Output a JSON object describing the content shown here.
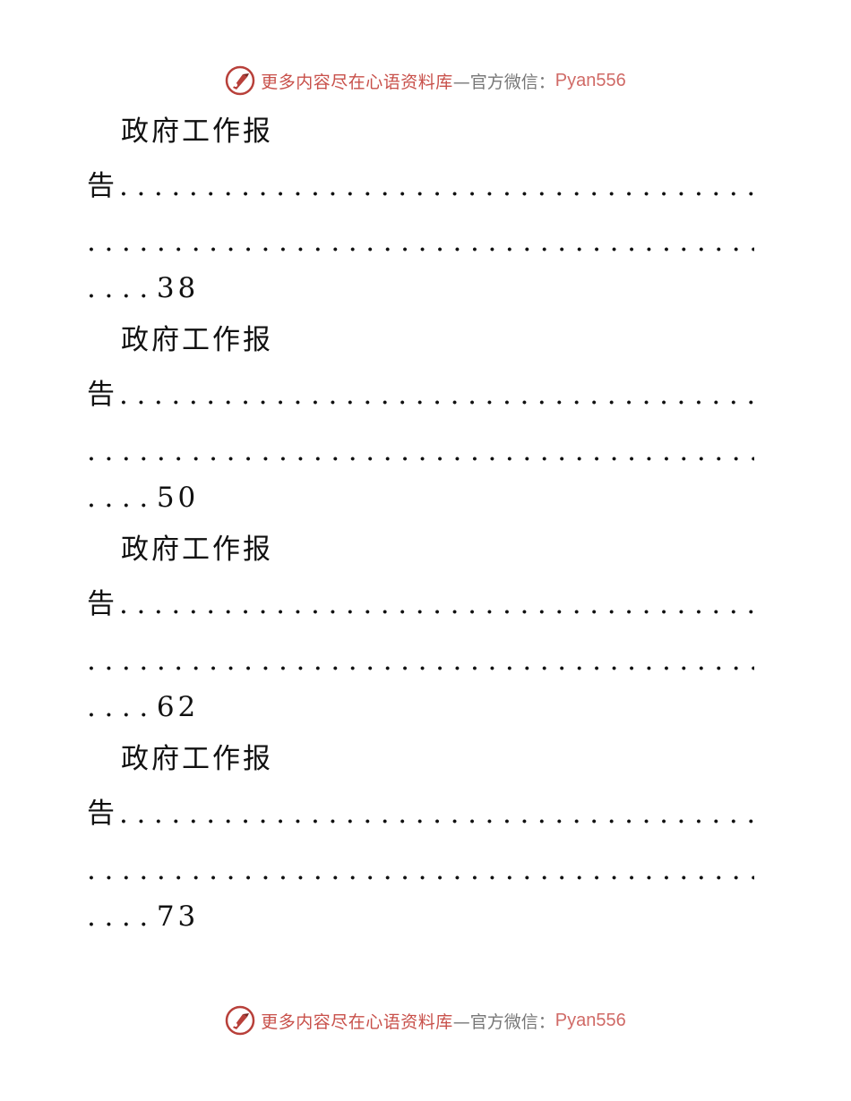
{
  "banner": {
    "text": "更多内容尽在心语资料库",
    "separator": "—官方微信：",
    "account": "Pyan556",
    "color": "#c8504a",
    "logo": "quill-pen-logo"
  },
  "toc": {
    "entries": [
      {
        "title": "政府工作报",
        "title_end": "告",
        "leader1": ".......................................",
        "leader2": "........................................",
        "leader3": "....",
        "page": "38"
      },
      {
        "title": "政府工作报",
        "title_end": "告",
        "leader1": ".......................................",
        "leader2": "........................................",
        "leader3": "....",
        "page": "50"
      },
      {
        "title": "政府工作报",
        "title_end": "告",
        "leader1": ".......................................",
        "leader2": "........................................",
        "leader3": "....",
        "page": "62"
      },
      {
        "title": "政府工作报",
        "title_end": "告",
        "leader1": ".......................................",
        "leader2": "........................................",
        "leader3": "....",
        "page": "73"
      }
    ]
  }
}
